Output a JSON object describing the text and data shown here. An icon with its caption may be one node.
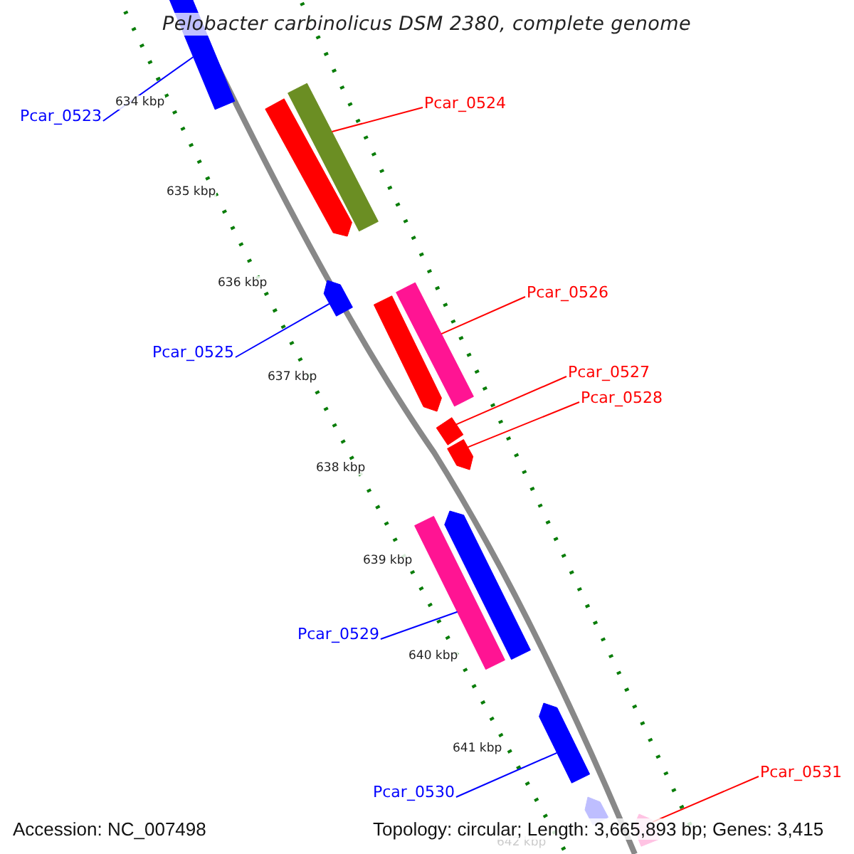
{
  "diagram": {
    "title": "Pelobacter carbinolicus DSM 2380, complete genome",
    "nodes": [
      {
        "text": [
          "Pcar_0524"
        ]
      },
      {
        "text": [
          "Pcar_0523"
        ]
      },
      {
        "text": [
          "Pcar_0526"
        ]
      },
      {
        "text": [
          "Pcar_0525"
        ]
      },
      {
        "text": [
          "Pcar_0527"
        ]
      },
      {
        "text": [
          "Pcar_0528"
        ]
      },
      {
        "text": [
          "Pcar_0529"
        ]
      },
      {
        "text": [
          "Pcar_0531"
        ]
      },
      {
        "text": [
          "Pcar_0530"
        ]
      },
      {
        "text": [],
        "shape": "bar"
      },
      {
        "text": [],
        "shape": "bar"
      },
      {
        "text": [],
        "shape": "bar"
      },
      {
        "text": [],
        "shape": "bar"
      },
      {
        "text": [],
        "shape": "bar"
      },
      {
        "text": [],
        "shape": "bar"
      },
      {
        "text": [],
        "shape": "bar"
      },
      {
        "text": [],
        "shape": "bar"
      },
      {
        "text": [],
        "shape": "bar"
      },
      {
        "text": [],
        "shape": "bar"
      },
      {
        "text": [],
        "shape": "bar"
      },
      {
        "text": [],
        "shape": "bar"
      },
      {
        "text": [],
        "shape": "bar"
      }
    ],
    "edges": [
      {
        "from": 1,
        "to": 9,
        "arrow": "none",
        "color": "#0000ff"
      },
      {
        "from": 0,
        "to": 11,
        "arrow": "none"
      },
      {
        "from": 3,
        "to": 12,
        "arrow": "none",
        "color": "#0000ff"
      },
      {
        "from": 2,
        "to": 14,
        "arrow": "none"
      },
      {
        "from": 4,
        "to": 15,
        "arrow": "none"
      },
      {
        "from": 5,
        "to": 16,
        "arrow": "none"
      },
      {
        "from": 6,
        "to": 17,
        "arrow": "none",
        "color": "#0000ff"
      },
      {
        "from": 8,
        "to": 19,
        "arrow": "none",
        "color": "#0000ff"
      },
      {
        "from": 7,
        "to": 21,
        "arrow": "none"
      }
    ],
    "labels": [
      "634 kbp",
      "635 kbp",
      "636 kbp",
      "637 kbp",
      "638 kbp",
      "639 kbp",
      "640 kbp",
      "641 kbp",
      "642 kbp",
      "Accession: NC_007498",
      "Topology: circular; Length: 3,665,893 bp; Genes: 3,415"
    ]
  }
}
